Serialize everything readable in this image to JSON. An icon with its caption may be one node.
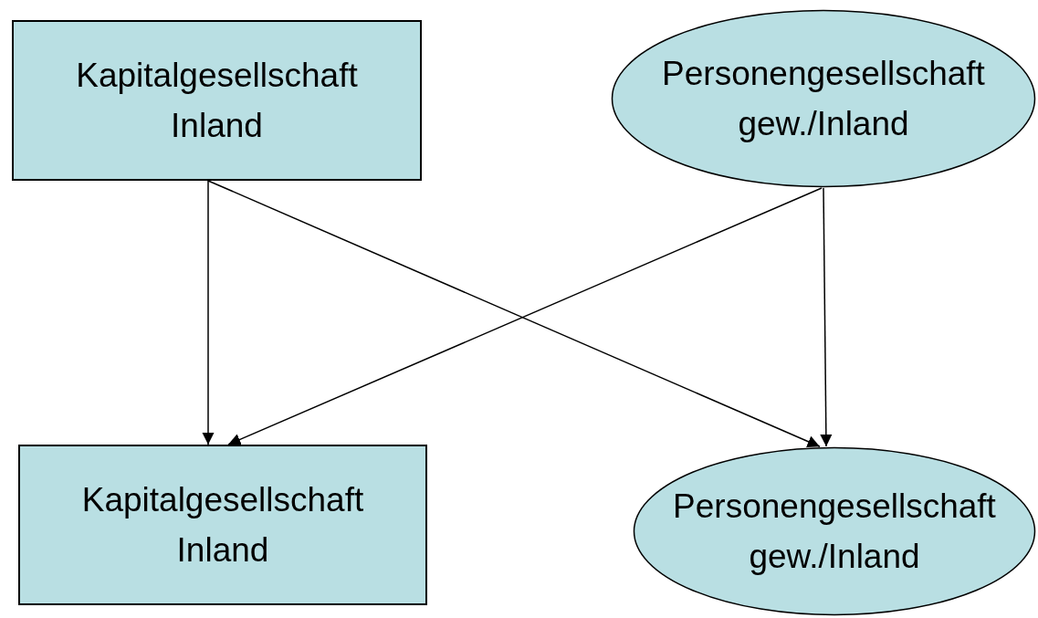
{
  "diagram": {
    "nodes": [
      {
        "text": [
          "Kapitalgesellschaft Inland"
        ]
      },
      {
        "text": [
          "Personengesellschaft gew./Inland"
        ]
      },
      {
        "text": [
          "Kapitalgesellschaft Inland"
        ]
      },
      {
        "text": [
          "Personengesellschaft gew./Inland"
        ]
      }
    ],
    "edges": [
      {
        "from": 0,
        "to": 2,
        "arrow": "to"
      },
      {
        "from": 0,
        "to": 3,
        "arrow": "to"
      },
      {
        "from": 1,
        "to": 2,
        "arrow": "to"
      },
      {
        "from": 1,
        "to": 3,
        "arrow": "to"
      }
    ]
  }
}
